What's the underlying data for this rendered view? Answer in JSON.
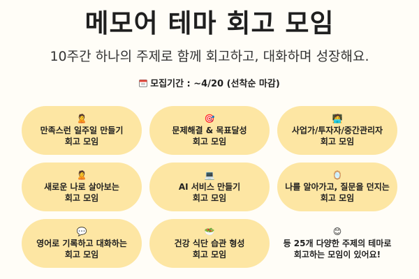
{
  "header": {
    "title": "메모어 테마 회고 모임",
    "subtitle": "10주간 하나의 주제로 함께 회고하고, 대화하며 성장해요.",
    "deadline_icon": "calendar-icon",
    "deadline": "모집기간 : ~4/20 (선착순 마감)"
  },
  "colors": {
    "card_background": "#fde6a3",
    "page_background": "#fffdf7"
  },
  "themes": [
    {
      "icon": "person-emoji-icon",
      "emoji": "🙎",
      "line1": "만족스런 일주일 만들기",
      "line2": "회고 모임"
    },
    {
      "icon": "target-emoji-icon",
      "emoji": "🎯",
      "line1": "문제해결 & 목표달성",
      "line2": "회고 모임"
    },
    {
      "icon": "office-worker-emoji-icon",
      "emoji": "🧑‍💻",
      "line1": "사업가/투자자/중간관리자",
      "line2": "회고 모임"
    },
    {
      "icon": "person-emoji-icon",
      "emoji": "🙎",
      "line1": "새로운 나로 살아보는",
      "line2": "회고 모임"
    },
    {
      "icon": "laptop-emoji-icon",
      "emoji": "💻",
      "line1": "AI 서비스 만들기",
      "line2": "회고 모임"
    },
    {
      "icon": "mirror-emoji-icon",
      "emoji": "🪞",
      "line1": "나를 알아가고, 질문을 던지는",
      "line2": "회고 모임"
    },
    {
      "icon": "speech-bubble-emoji-icon",
      "emoji": "💬",
      "line1": "영어로 기록하고 대화하는",
      "line2": "회고 모임"
    },
    {
      "icon": "salad-emoji-icon",
      "emoji": "🥗",
      "line1": "건강 식단 습관 형성",
      "line2": "회고 모임"
    },
    {
      "icon": "smiling-face-emoji-icon",
      "emoji": "😊",
      "line1": "등 25개 다양한 주제의 테마로",
      "line2": "회고하는 모임이 있어요!"
    }
  ]
}
